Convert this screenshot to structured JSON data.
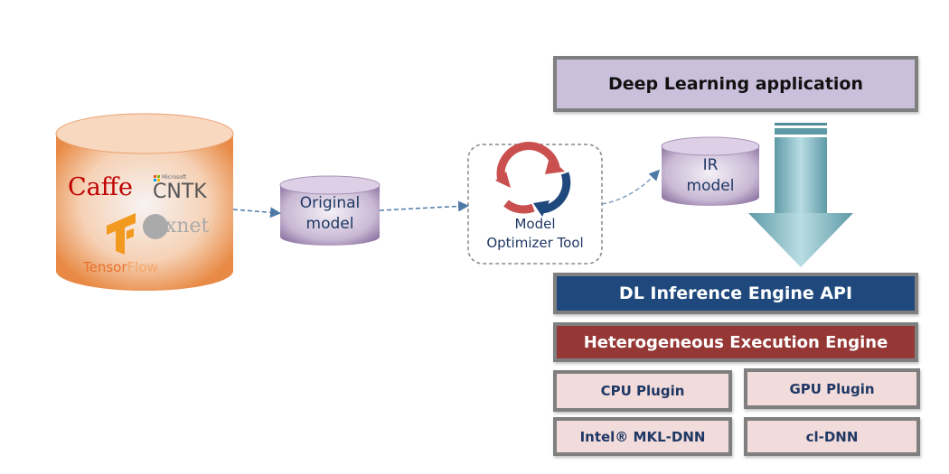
{
  "frameworks": {
    "caffe": "Caffe",
    "cntk_vendor": "Microsoft",
    "cntk": "CNTK",
    "mxnet": "mxnet",
    "tensorflow_a": "Tensor",
    "tensorflow_b": "Flow"
  },
  "original_model": {
    "line1": "Original",
    "line2": "model"
  },
  "optimizer": {
    "line1": "Model",
    "line2": "Optimizer Tool"
  },
  "ir_model": {
    "line1": "IR",
    "line2": "model"
  },
  "app": {
    "label": "Deep Learning application",
    "fill": "#cbc0dc"
  },
  "api": {
    "label": "DL Inference Engine API",
    "fill": "#1f497d"
  },
  "hetero": {
    "label": "Heterogeneous Execution Engine",
    "fill": "#953735"
  },
  "plugins": [
    {
      "label": "CPU Plugin"
    },
    {
      "label": "GPU Plugin"
    },
    {
      "label": "Intel® MKL-DNN"
    },
    {
      "label": "cl-DNN"
    }
  ],
  "plugin_fill": "#f2dcdb"
}
